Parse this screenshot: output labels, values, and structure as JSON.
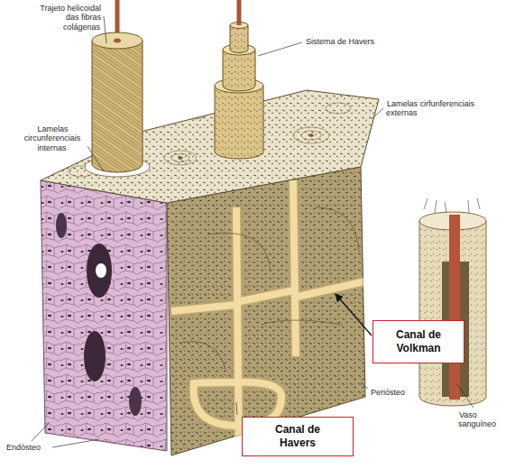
{
  "diagram": {
    "nodes": [
      {
        "text": [
          "Canal de Volkman"
        ]
      },
      {
        "text": [
          "Canal de Havers"
        ]
      }
    ],
    "labels": [
      "Trajeto helicoidal das fibras colágenas",
      "Sistema de Havers",
      "Lamelas circunferenciais internas",
      "Lamelas cirfunferenciais externas",
      "Vaso sanguíneo",
      "Periósteo",
      "Endósteo"
    ]
  }
}
